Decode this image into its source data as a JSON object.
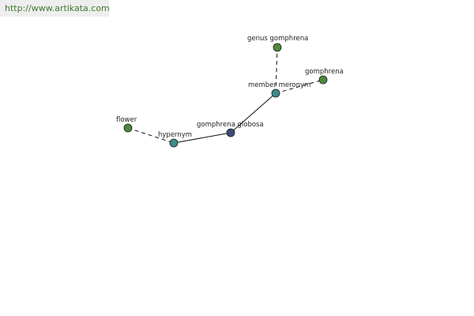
{
  "banner": {
    "url_text": "http://www.artikata.com"
  },
  "graph": {
    "nodes": {
      "flower": {
        "label": "flower",
        "color": "#4e8a3c"
      },
      "hypernym": {
        "label": "hypernym",
        "color": "#3d8b8b"
      },
      "gomphrena_globosa": {
        "label": "gomphrena globosa",
        "color": "#3f4a7a"
      },
      "member_meronym": {
        "label": "member meronym",
        "color": "#3d8b8b"
      },
      "genus_gomphrena": {
        "label": "genus gomphrena",
        "color": "#4e8a3c"
      },
      "gomphrena": {
        "label": "gomphrena",
        "color": "#4e8a3c"
      }
    },
    "edges": [
      {
        "from": "flower",
        "to": "hypernym",
        "style": "dashed"
      },
      {
        "from": "hypernym",
        "to": "gomphrena_globosa",
        "style": "solid"
      },
      {
        "from": "gomphrena_globosa",
        "to": "member_meronym",
        "style": "solid"
      },
      {
        "from": "member_meronym",
        "to": "genus_gomphrena",
        "style": "dashed"
      },
      {
        "from": "member_meronym",
        "to": "gomphrena",
        "style": "dashed"
      }
    ]
  }
}
